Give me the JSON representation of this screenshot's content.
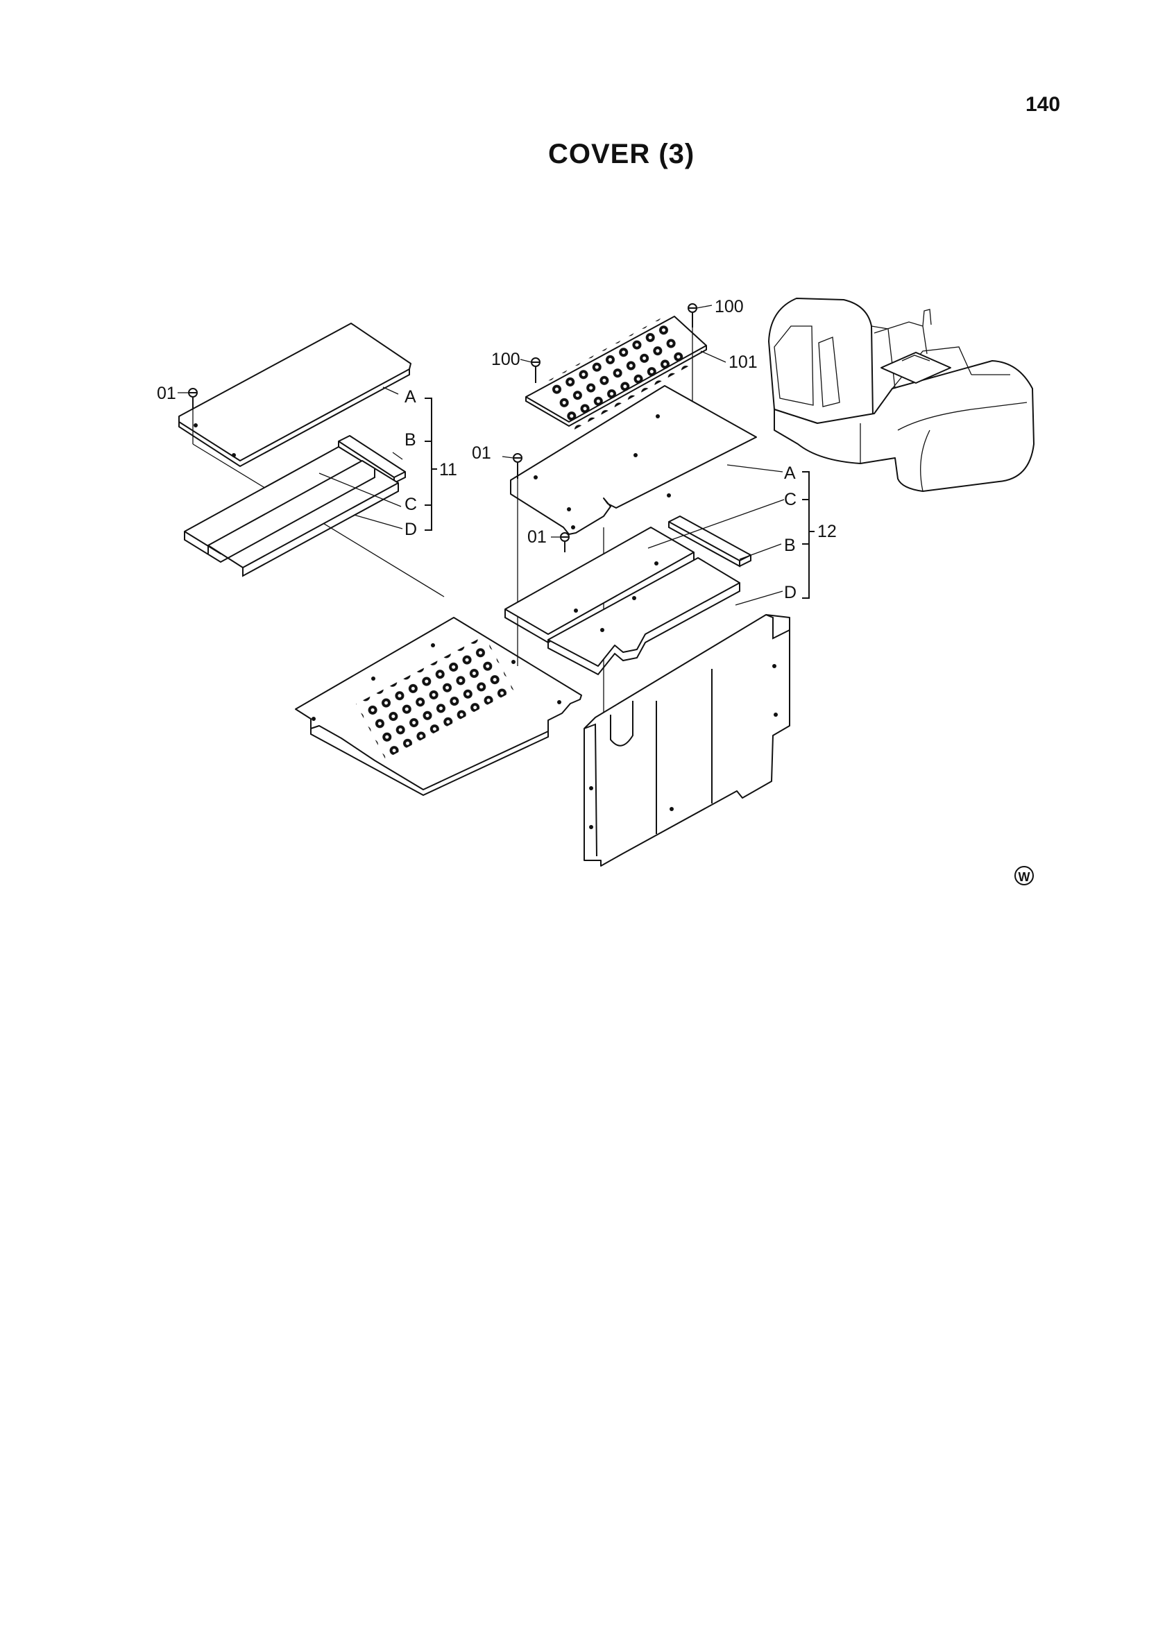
{
  "page": {
    "number": "140",
    "title": "COVER (3)"
  },
  "callouts": {
    "bolt_left": "01",
    "bolt_center_upper": "01",
    "bolt_center_lower": "01",
    "bolt_plate_left": "100",
    "bolt_plate_right": "100",
    "plate_101": "101",
    "assy_11": "11",
    "assy_12": "12",
    "left_a": "A",
    "left_b": "B",
    "left_c": "C",
    "left_d": "D",
    "right_a": "A",
    "right_c": "C",
    "right_b": "B",
    "right_d": "D"
  },
  "symbols": {
    "mark": "W",
    "mark_icon": "circled-w-icon"
  }
}
